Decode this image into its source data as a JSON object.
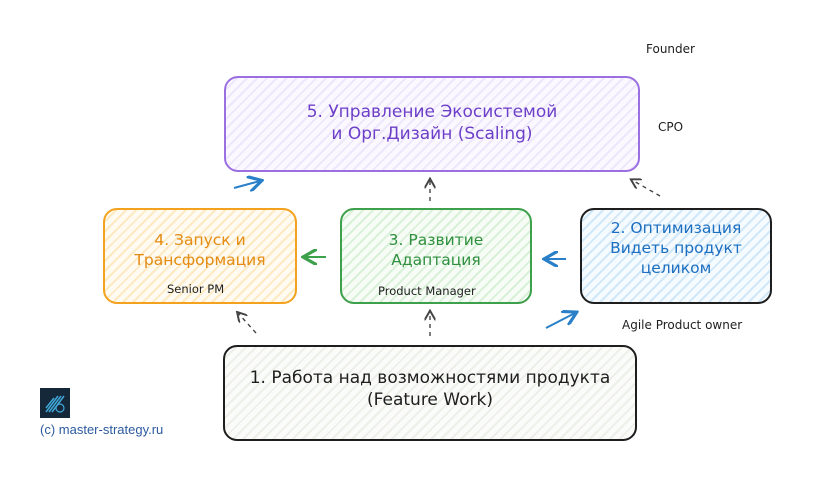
{
  "nodes": {
    "scaling": {
      "line1": "5. Управление Экосистемой",
      "line2": "и Орг.Дизайн (Scaling)"
    },
    "launch": {
      "line1": "4. Запуск и",
      "line2": "Трансформация",
      "role": "Senior PM"
    },
    "development": {
      "line1": "3. Развитие",
      "line2": "Адаптация",
      "role": "Product Manager"
    },
    "optimization": {
      "line1": "2. Оптимизация",
      "line2": "Видеть продукт",
      "line3": "целиком"
    },
    "feature": {
      "line1": "1. Работа над возможностями продукта",
      "line2": "(Feature Work)"
    }
  },
  "roles": {
    "founder": "Founder",
    "cpo": "CPO",
    "agile_owner": "Agile Product owner"
  },
  "footer": {
    "credit": "(c) master-strategy.ru"
  },
  "colors": {
    "purple": "#6d3fc8",
    "orange": "#e38b12",
    "green": "#2f8f3e",
    "blue": "#1c6fc0",
    "arrow_blue": "#2a80c8",
    "arrow_green": "#3da04a"
  }
}
